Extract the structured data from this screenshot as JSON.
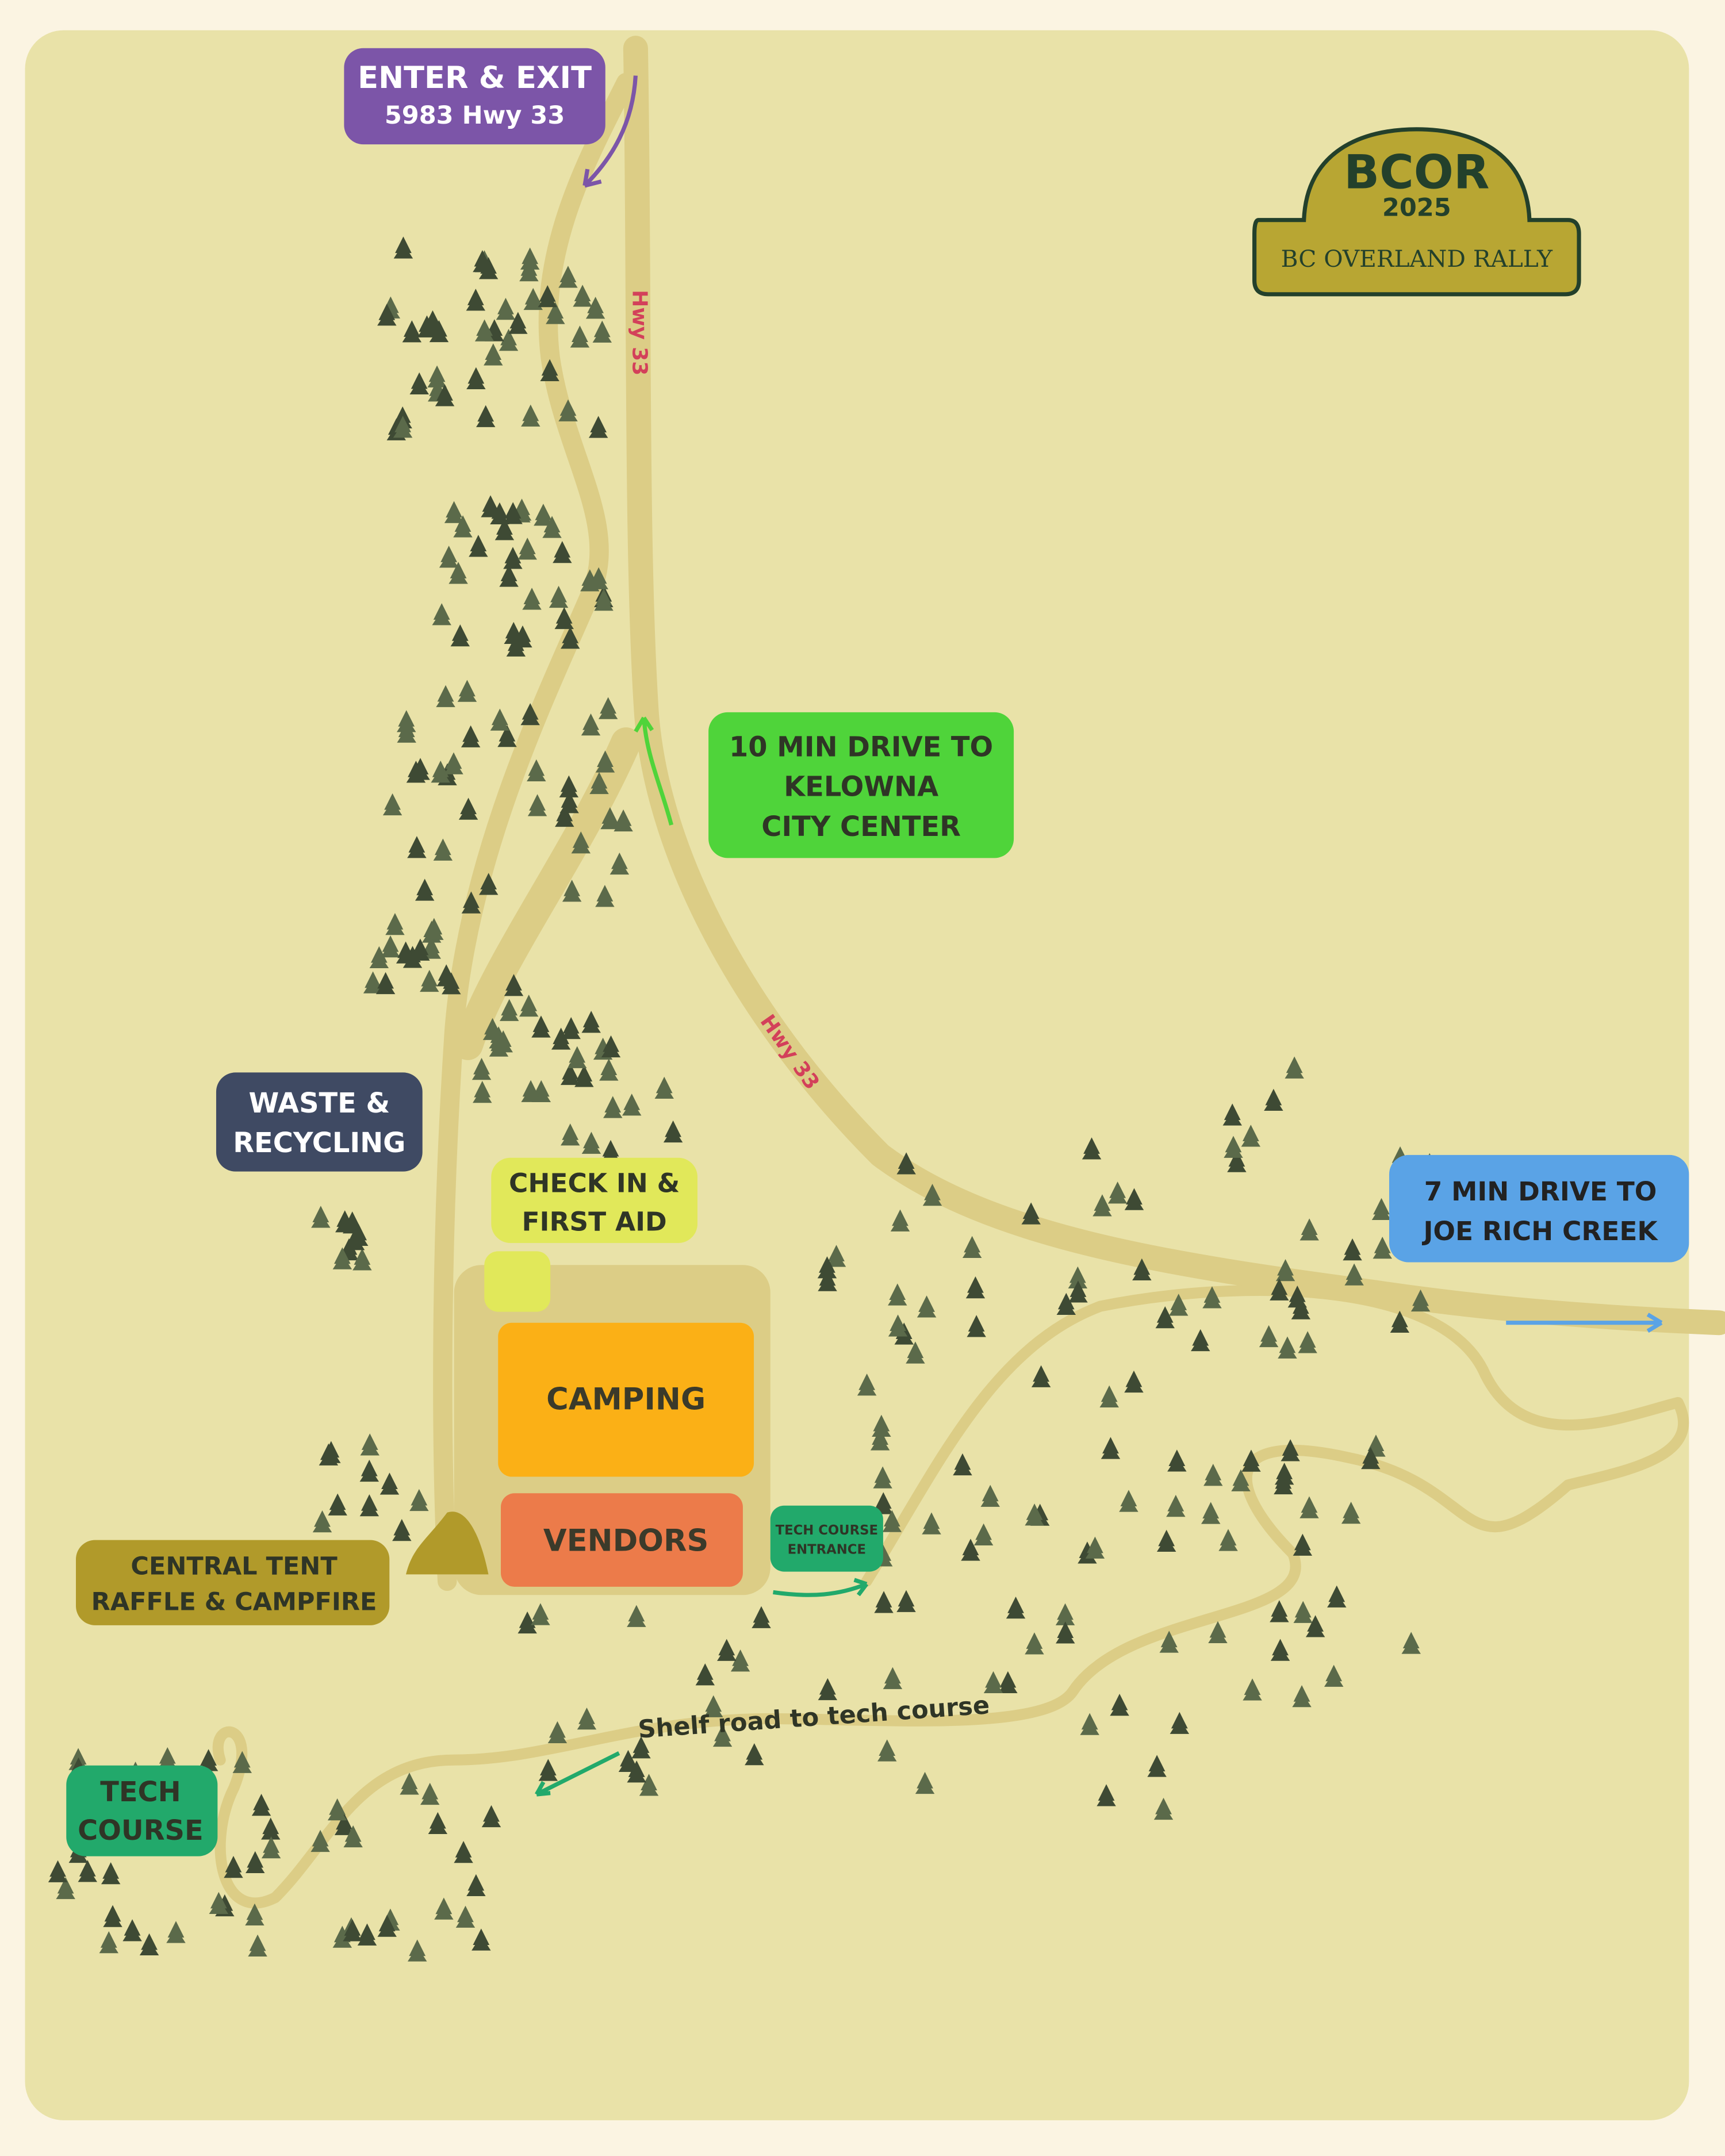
{
  "logo": {
    "title": "BCOR",
    "year": "2025",
    "subtitle": "BC OVERLAND RALLY"
  },
  "labels": {
    "enter_exit": [
      "ENTER & EXIT",
      "5983 Hwy 33"
    ],
    "hwy_north": "Hwy 33",
    "hwy_curve": "Hwy 33",
    "kelowna": [
      "10 MIN DRIVE TO",
      "KELOWNA",
      "CITY CENTER"
    ],
    "waste": [
      "WASTE &",
      "RECYCLING"
    ],
    "checkin": [
      "CHECK IN &",
      "FIRST AID"
    ],
    "camping": "CAMPING",
    "vendors": "VENDORS",
    "tech_entrance": [
      "TECH COURSE",
      "ENTRANCE"
    ],
    "central_tent": [
      "CENTRAL TENT",
      "RAFFLE & CAMPFIRE"
    ],
    "joe_rich": [
      "7 MIN DRIVE TO",
      "JOE RICH CREEK"
    ],
    "shelf_road": "Shelf road to tech course",
    "tech_course": [
      "TECH",
      "COURSE"
    ]
  },
  "colors": {
    "paper": "#e9e2a8",
    "road": "#dccd86",
    "purple": "#7c55a8",
    "green": "#4fd43a",
    "navy": "#3f4a63",
    "yellow": "#e1e85a",
    "orange": "#fbb016",
    "vendor": "#ec7b4a",
    "teal": "#22a96b",
    "olive": "#b19a2a",
    "blue": "#5aa3e6",
    "red": "#d3405a"
  }
}
